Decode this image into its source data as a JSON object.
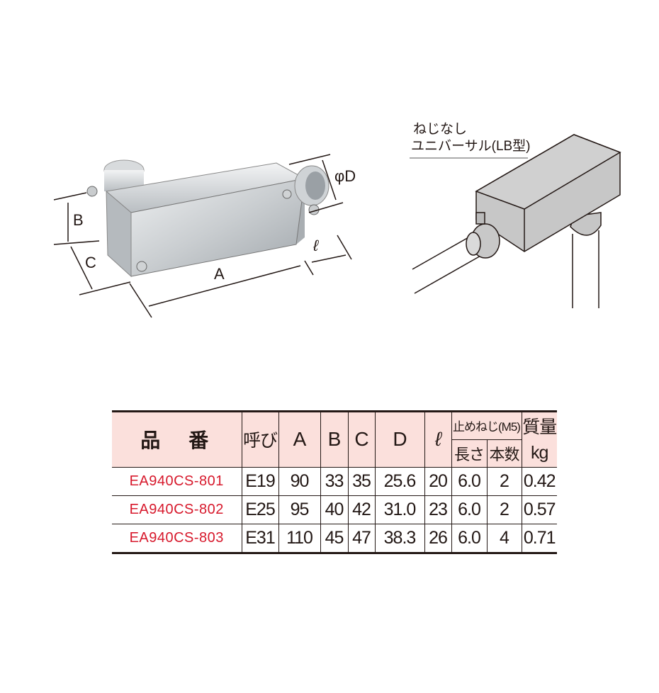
{
  "figure": {
    "dimension_labels": {
      "A": "A",
      "B": "B",
      "C": "C",
      "D": "φD",
      "l": "ℓ"
    },
    "caption_line1": "ねじなし",
    "caption_line2": "ユニバーサル(LB型)"
  },
  "table": {
    "headers": {
      "part_no": "品　番",
      "size": "呼び",
      "A": "A",
      "B": "B",
      "C": "C",
      "D": "D",
      "l": "ℓ",
      "set_screw": "止めねじ(M5)",
      "length": "長さ",
      "count": "本数",
      "mass": "質量",
      "mass_unit": "kg"
    },
    "rows": [
      {
        "part_no": "EA940CS-801",
        "size": "E19",
        "A": "90",
        "B": "33",
        "C": "35",
        "D": "25.6",
        "l": "20",
        "length": "6.0",
        "count": "2",
        "mass": "0.42"
      },
      {
        "part_no": "EA940CS-802",
        "size": "E25",
        "A": "95",
        "B": "40",
        "C": "42",
        "D": "31.0",
        "l": "23",
        "length": "6.0",
        "count": "2",
        "mass": "0.57"
      },
      {
        "part_no": "EA940CS-803",
        "size": "E31",
        "A": "110",
        "B": "45",
        "C": "47",
        "D": "38.3",
        "l": "26",
        "length": "6.0",
        "count": "4",
        "mass": "0.71"
      }
    ],
    "colors": {
      "header_bg": "#fbe0dc",
      "part_no": "#d7192c"
    }
  }
}
